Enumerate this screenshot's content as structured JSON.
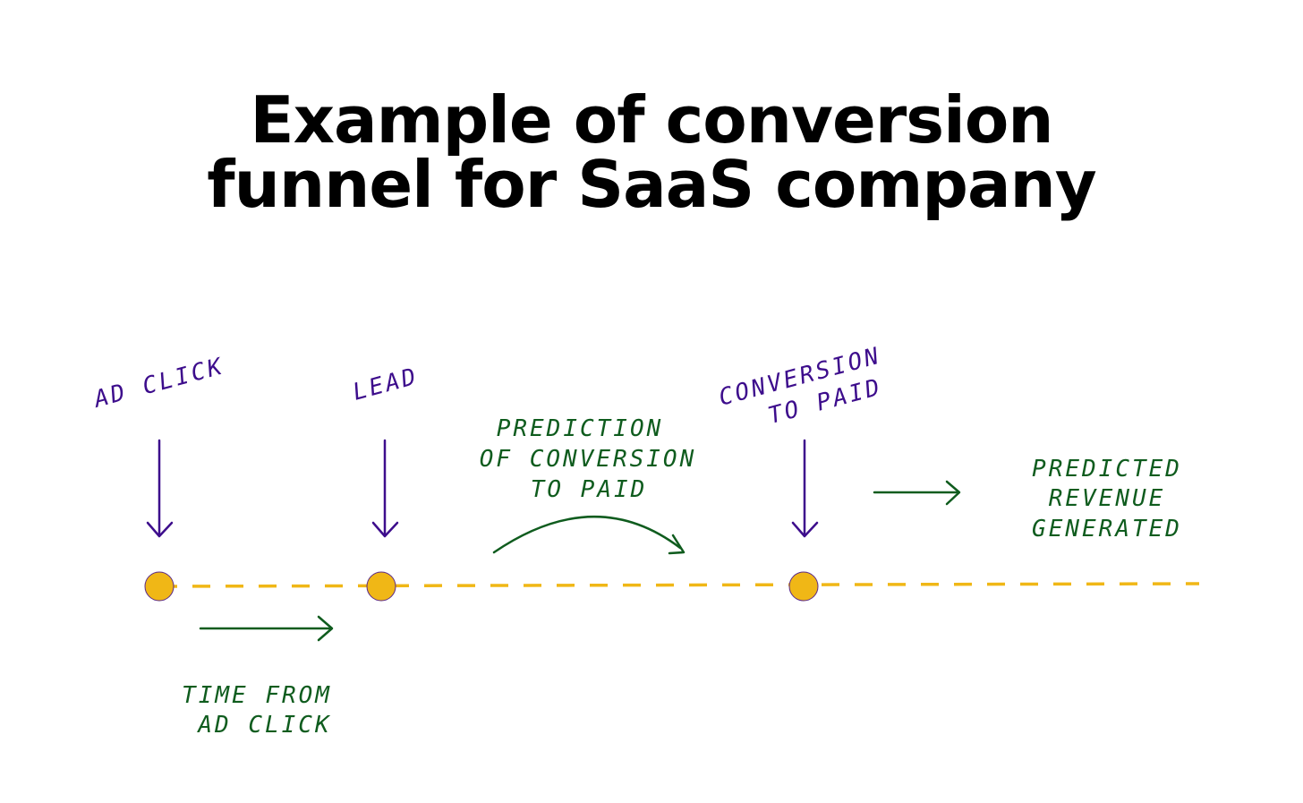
{
  "title": {
    "line1": "Example of conversion",
    "line2": "funnel for SaaS company"
  },
  "colors": {
    "milestone_label": "#3d0d8c",
    "annotation": "#0f5c1e",
    "timeline": "#f0b716",
    "dot_fill": "#f0b716",
    "dot_stroke": "#5a2a8a",
    "title": "#000000"
  },
  "milestones": [
    {
      "label_lines": [
        "AD CLICK"
      ]
    },
    {
      "label_lines": [
        "LEAD"
      ]
    },
    {
      "label_lines": [
        "CONVERSION",
        "TO PAID"
      ]
    }
  ],
  "annotations": {
    "time_from_ad_click": [
      "TIME FROM",
      "AD CLICK"
    ],
    "prediction": [
      "PREDICTION",
      "OF CONVERSION",
      "TO PAID"
    ],
    "predicted_revenue": [
      "PREDICTED",
      "REVENUE",
      "GENERATED"
    ]
  }
}
